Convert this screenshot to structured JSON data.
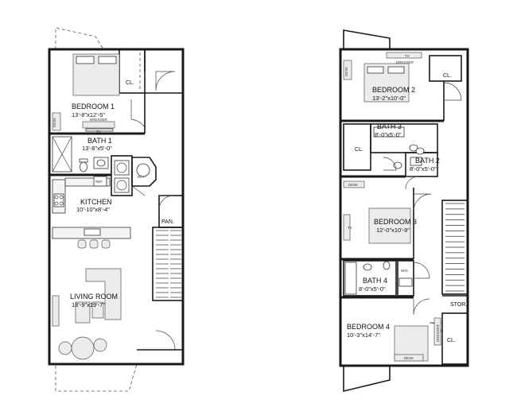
{
  "plan_left": {
    "rooms": {
      "bedroom1": {
        "name": "BEDROOM 1",
        "dim": "13'-8\"x12'-5\""
      },
      "bath1": {
        "name": "BATH 1",
        "dim": "13'-8\"x5'-0\""
      },
      "kitchen": {
        "name": "KITCHEN",
        "dim": "10'-10\"x8'-4\""
      },
      "living": {
        "name": "LIVING ROOM",
        "dim": "18'-9\"x19'-7\""
      }
    },
    "labels": {
      "closet": "CL.",
      "pantry": "PAN.",
      "water_heater": "W.H.",
      "refrigerator": "REF.",
      "desk": "DESK",
      "dresser": "DRESSER",
      "tv": "TV"
    }
  },
  "plan_right": {
    "rooms": {
      "bedroom2": {
        "name": "BEDROOM 2",
        "dim": "13'-2\"x10'-0\""
      },
      "bath3": {
        "name": "BATH 3",
        "dim": "8'-0\"x5'-0\""
      },
      "bath2": {
        "name": "BATH 2",
        "dim": "8'-0\"x5'-0\""
      },
      "bedroom3": {
        "name": "BEDROOM 3",
        "dim": "12'-0\"x10'-9\""
      },
      "bath4": {
        "name": "BATH 4",
        "dim": "8'-0\"x5'-0\""
      },
      "bedroom4": {
        "name": "BEDROOM 4",
        "dim": "10'-3\"x14'-7\""
      }
    },
    "labels": {
      "closet_b2": "CL.",
      "closet_b3": "CL.",
      "closet_b4": "CL.",
      "washer_dryer": "W/D",
      "storage": "STOR.",
      "desk": "DESK",
      "dresser": "DRESSER",
      "tv": "TV"
    }
  }
}
